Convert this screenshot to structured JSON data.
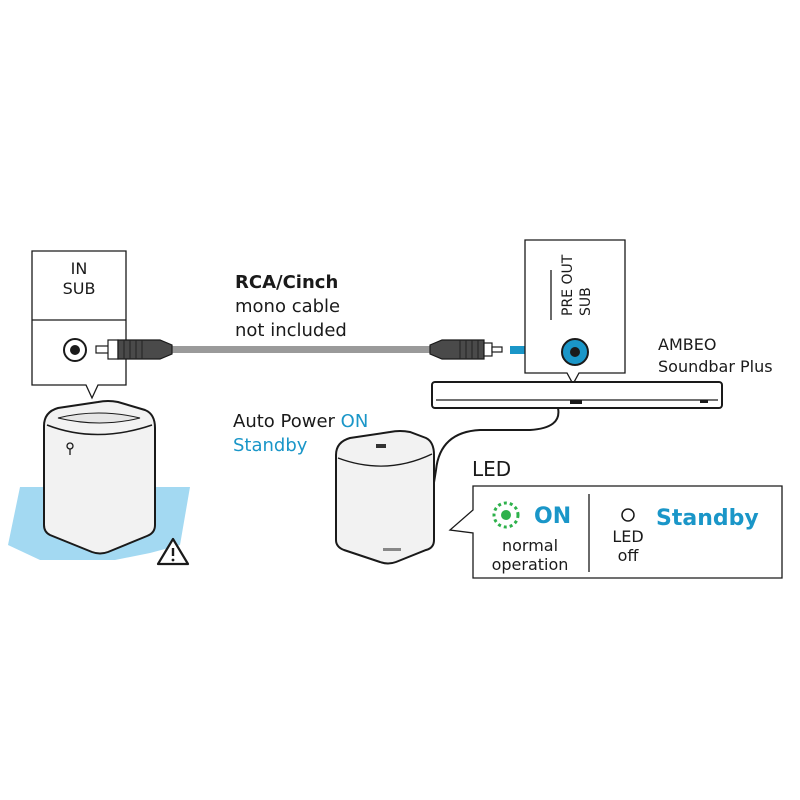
{
  "colors": {
    "accent": "#1a96c8",
    "led_green": "#2db14b",
    "water": "#a3d9f2",
    "ink": "#1a1a1a",
    "device_fill": "#f2f2f2",
    "cable": "#9a9a9a"
  },
  "sub_input_label": {
    "line1": "IN",
    "line2": "SUB"
  },
  "cable_label": {
    "line1": "RCA/Cinch",
    "line2": "mono cable",
    "line3": "not included"
  },
  "soundbar_port_label": {
    "line1": "PRE OUT",
    "line2": "SUB"
  },
  "soundbar_label": {
    "line1": "AMBEO",
    "line2": "Soundbar Plus"
  },
  "auto_power": {
    "prefix": "Auto Power ",
    "on": "ON",
    "standby": "Standby"
  },
  "led_panel": {
    "title": "LED",
    "on_label": "ON",
    "on_desc_line1": "normal",
    "on_desc_line2": "operation",
    "off_desc_line1": "LED",
    "off_desc_line2": "off",
    "standby_label": "Standby"
  },
  "icons": {
    "warning": "warning-triangle-icon",
    "led_on": "led-on-icon",
    "led_off": "led-off-icon",
    "arrow": "arrow-right-icon"
  }
}
